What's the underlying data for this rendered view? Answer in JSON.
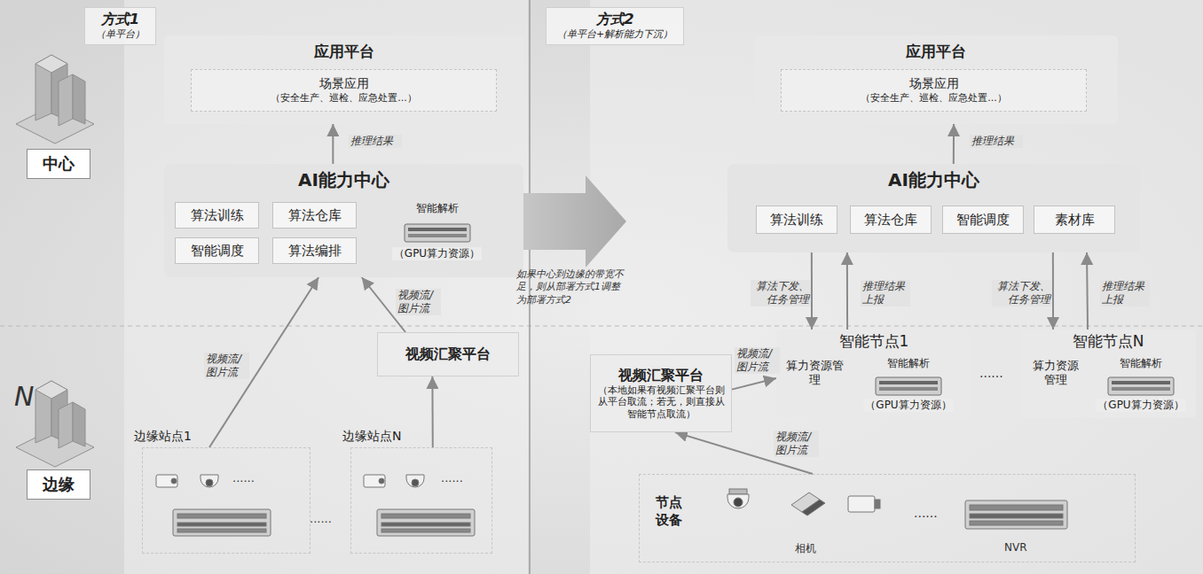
{
  "diagram": {
    "nodes": [
      {
        "text": [
          "方式1",
          "（单平台）"
        ]
      },
      {
        "text": [
          "应用平台"
        ],
        "in": 0
      },
      {
        "text": [
          "场景应用",
          "（安全生产、巡检、应急处置...）"
        ],
        "in": 1
      },
      {
        "text": [
          "AI能力中心"
        ],
        "in": 0
      },
      {
        "text": [
          "算法训练"
        ],
        "in": 3
      },
      {
        "text": [
          "算法仓库"
        ],
        "in": 3
      },
      {
        "text": [
          "智能调度"
        ],
        "in": 3
      },
      {
        "text": [
          "算法编排"
        ],
        "in": 3
      },
      {
        "text": [
          "智能解析",
          "（GPU算力资源）"
        ],
        "in": 3
      },
      {
        "text": [
          "视频汇聚平台"
        ],
        "in": 0
      },
      {
        "text": [
          "边缘站点1"
        ],
        "in": 0
      },
      {
        "text": [
          "边缘站点N"
        ],
        "in": 0
      },
      {
        "text": [
          "方式2",
          "（单平台+解析能力下沉）"
        ]
      },
      {
        "text": [
          "应用平台"
        ],
        "in": 12
      },
      {
        "text": [
          "场景应用",
          "（安全生产、巡检、应急处置...）"
        ],
        "in": 13
      },
      {
        "text": [
          "AI能力中心"
        ],
        "in": 12
      },
      {
        "text": [
          "算法训练"
        ],
        "in": 15
      },
      {
        "text": [
          "算法仓库"
        ],
        "in": 15
      },
      {
        "text": [
          "智能调度"
        ],
        "in": 15
      },
      {
        "text": [
          "素材库"
        ],
        "in": 15
      },
      {
        "text": [
          "智能节点1"
        ],
        "in": 12
      },
      {
        "text": [
          "算力资源管理"
        ],
        "in": 20
      },
      {
        "text": [
          "智能解析",
          "（GPU算力资源）"
        ],
        "in": 20
      },
      {
        "text": [
          "智能节点N"
        ],
        "in": 12
      },
      {
        "text": [
          "算力资源管理"
        ],
        "in": 23
      },
      {
        "text": [
          "智能解析",
          "（GPU算力资源）"
        ],
        "in": 23
      },
      {
        "text": [
          "视频汇聚平台",
          "（本地如果有视频汇聚平台则从平台取流；若无，则直接从智能节点取流）"
        ],
        "in": 12
      },
      {
        "text": [
          "节点设备"
        ],
        "in": 12
      },
      {
        "text": [
          "中心"
        ]
      },
      {
        "text": [
          "边缘"
        ]
      }
    ],
    "edges": [
      {
        "from": 3,
        "to": 1,
        "label": "推理结果",
        "arrow": "to"
      },
      {
        "from": 10,
        "to": 3,
        "label": "视频流/图片流",
        "arrow": "to"
      },
      {
        "from": 11,
        "to": 9,
        "arrow": "to"
      },
      {
        "from": 9,
        "to": 3,
        "label": "视频流/图片流",
        "arrow": "to"
      },
      {
        "from": 15,
        "to": 13,
        "label": "推理结果",
        "arrow": "to"
      },
      {
        "from": 15,
        "to": 20,
        "label": "算法下发、任务管理",
        "arrow": "to"
      },
      {
        "from": 20,
        "to": 15,
        "label": "推理结果上报",
        "arrow": "to"
      },
      {
        "from": 15,
        "to": 23,
        "label": "算法下发、任务管理",
        "arrow": "to"
      },
      {
        "from": 23,
        "to": 15,
        "label": "推理结果上报",
        "arrow": "to"
      },
      {
        "from": 26,
        "to": 20,
        "label": "视频流/图片流",
        "arrow": "to"
      },
      {
        "from": 27,
        "to": 26,
        "label": "视频流/图片流",
        "arrow": "to"
      }
    ],
    "labels": [
      "N",
      "......",
      "......",
      "......",
      "如果中心到边缘的带宽不足，则从部署方式1调整为部署方式2",
      "......",
      "相机",
      "......",
      "NVR"
    ]
  }
}
